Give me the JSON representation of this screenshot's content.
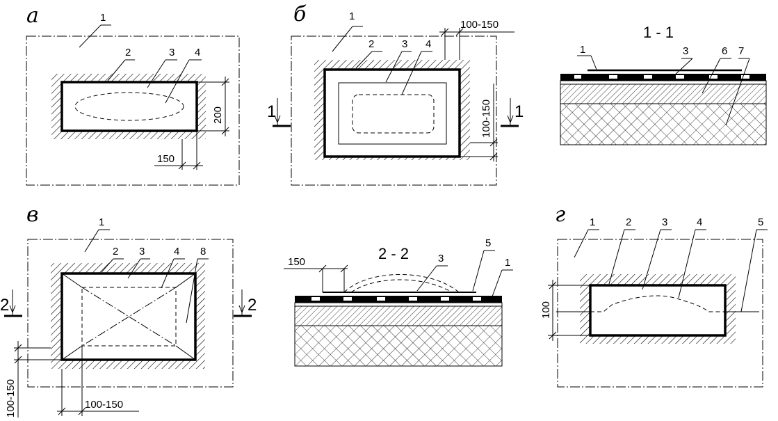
{
  "panels": {
    "a": {
      "letter": "а",
      "labels": [
        "1",
        "2",
        "3",
        "4"
      ],
      "dims": [
        "200",
        "150"
      ]
    },
    "b": {
      "letter": "б",
      "labels": [
        "1",
        "2",
        "3",
        "4"
      ],
      "dims": [
        "100-150",
        "100-150"
      ],
      "section": "1"
    },
    "s11": {
      "title": "1 - 1",
      "labels": [
        "1",
        "3",
        "6",
        "7"
      ]
    },
    "v": {
      "letter": "в",
      "labels": [
        "1",
        "2",
        "3",
        "4",
        "8"
      ],
      "dims": [
        "100-150",
        "100-150"
      ],
      "section": "2"
    },
    "s22": {
      "title": "2 - 2",
      "labels": [
        "3",
        "5",
        "1"
      ],
      "dims": [
        "150"
      ]
    },
    "g": {
      "letter": "г",
      "labels": [
        "1",
        "2",
        "3",
        "4",
        "5"
      ],
      "dims": [
        "100"
      ]
    }
  }
}
